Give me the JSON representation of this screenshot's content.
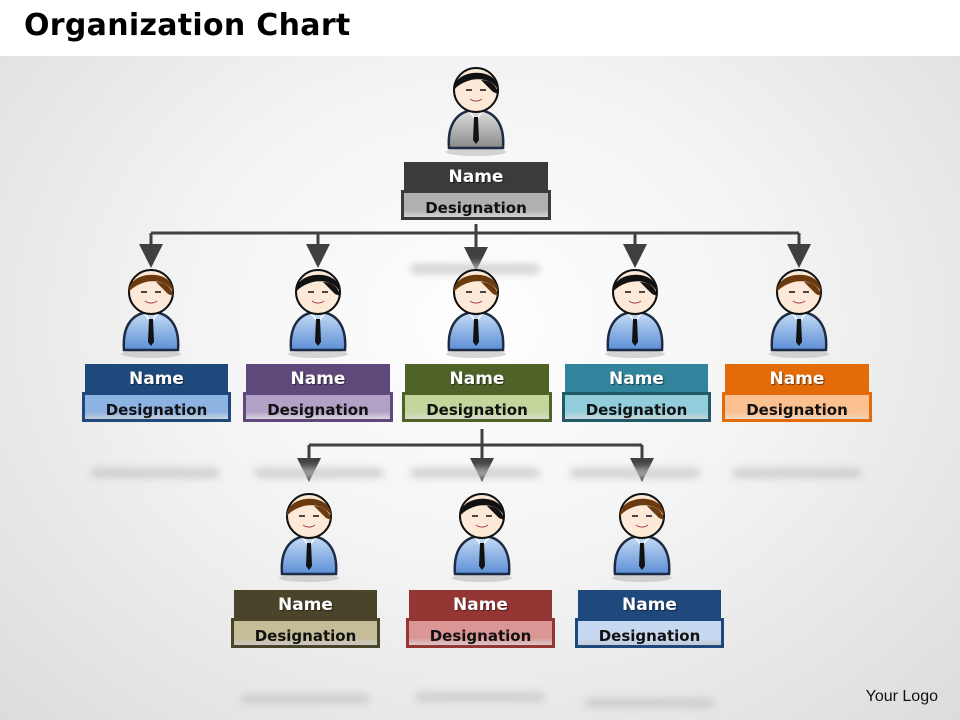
{
  "title": "Organization Chart",
  "logo": "Your Logo",
  "nodes": [
    {
      "id": "root",
      "name": "Name",
      "designation": "Designation",
      "hair": "black",
      "suit": "gray",
      "name_bg": "#3b3b3b",
      "desig_bg": "#b0b0b0",
      "desig_border": "#3b3b3b"
    },
    {
      "id": "l1-1",
      "name": "Name",
      "designation": "Designation",
      "hair": "brown",
      "suit": "blue",
      "name_bg": "#1f497d",
      "desig_bg": "#8db3e2",
      "desig_border": "#1f497d"
    },
    {
      "id": "l1-2",
      "name": "Name",
      "designation": "Designation",
      "hair": "black",
      "suit": "blue",
      "name_bg": "#5f497a",
      "desig_bg": "#b2a1c7",
      "desig_border": "#5f497a"
    },
    {
      "id": "l1-3",
      "name": "Name",
      "designation": "Designation",
      "hair": "brown",
      "suit": "blue",
      "name_bg": "#4f6228",
      "desig_bg": "#c3d69b",
      "desig_border": "#4f6228"
    },
    {
      "id": "l1-4",
      "name": "Name",
      "designation": "Designation",
      "hair": "black",
      "suit": "blue",
      "name_bg": "#31849b",
      "desig_bg": "#92cddc",
      "desig_border": "#215967"
    },
    {
      "id": "l1-5",
      "name": "Name",
      "designation": "Designation",
      "hair": "brown",
      "suit": "blue",
      "name_bg": "#e36c09",
      "desig_bg": "#fbc08f",
      "desig_border": "#e36c09"
    },
    {
      "id": "l2-1",
      "name": "Name",
      "designation": "Designation",
      "hair": "brown",
      "suit": "blue",
      "name_bg": "#4a452a",
      "desig_bg": "#c4bd97",
      "desig_border": "#4a452a"
    },
    {
      "id": "l2-2",
      "name": "Name",
      "designation": "Designation",
      "hair": "black",
      "suit": "blue",
      "name_bg": "#943634",
      "desig_bg": "#da9694",
      "desig_border": "#943634"
    },
    {
      "id": "l2-3",
      "name": "Name",
      "designation": "Designation",
      "hair": "brown",
      "suit": "blue",
      "name_bg": "#1f497d",
      "desig_bg": "#c6d9f1",
      "desig_border": "#1f497d"
    }
  ],
  "edges": [
    [
      "root",
      "l1-1"
    ],
    [
      "root",
      "l1-2"
    ],
    [
      "root",
      "l1-3"
    ],
    [
      "root",
      "l1-4"
    ],
    [
      "root",
      "l1-5"
    ],
    [
      "l1-3",
      "l2-1"
    ],
    [
      "l1-3",
      "l2-2"
    ],
    [
      "l1-3",
      "l2-3"
    ]
  ]
}
